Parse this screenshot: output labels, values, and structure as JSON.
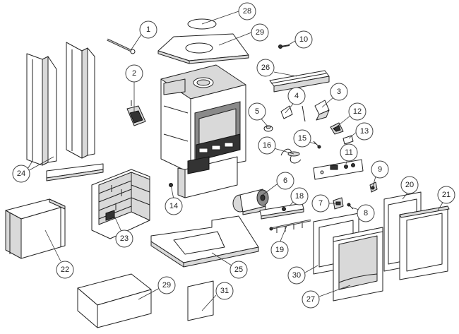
{
  "callouts": {
    "c1": "1",
    "c2": "2",
    "c3": "3",
    "c4": "4",
    "c5": "5",
    "c6": "6",
    "c7": "7",
    "c8": "8",
    "c9": "9",
    "c10": "10",
    "c11": "11",
    "c12": "12",
    "c13": "13",
    "c14": "14",
    "c15": "15",
    "c16": "16",
    "c18": "18",
    "c19": "19",
    "c20": "20",
    "c21": "21",
    "c22": "22",
    "c23": "23",
    "c24": "24",
    "c25": "25",
    "c26": "26",
    "c27": "27",
    "c28": "28",
    "c29a": "29",
    "c29b": "29",
    "c30": "30",
    "c31": "31"
  }
}
